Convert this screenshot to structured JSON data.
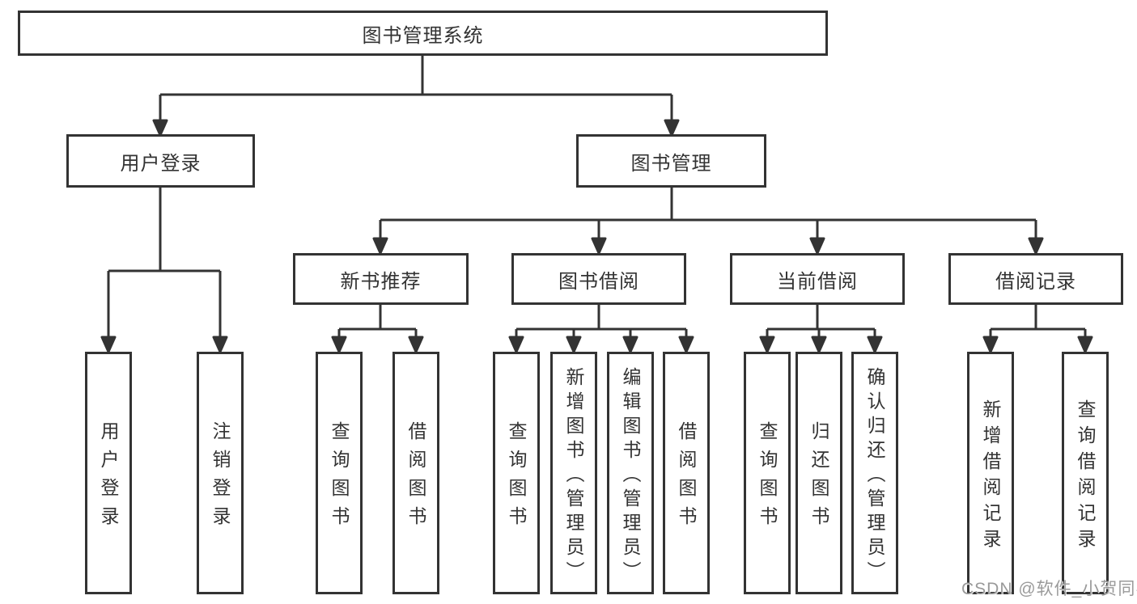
{
  "watermark": {
    "text": "CSDN @软件_小贺同学"
  },
  "colors": {
    "line": "#333333",
    "text": "#333333",
    "background": "#ffffff",
    "watermark": "#9a9a9a"
  },
  "tree": {
    "root": {
      "label": "图书管理系统",
      "children": [
        {
          "label": "用户登录",
          "children": [
            {
              "label": "用户登录"
            },
            {
              "label": "注销登录"
            }
          ]
        },
        {
          "label": "图书管理",
          "children": [
            {
              "label": "新书推荐",
              "children": [
                {
                  "label": "查询图书"
                },
                {
                  "label": "借阅图书"
                }
              ]
            },
            {
              "label": "图书借阅",
              "children": [
                {
                  "label": "查询图书"
                },
                {
                  "label": "新增图书（管理员）"
                },
                {
                  "label": "编辑图书（管理员）"
                },
                {
                  "label": "借阅图书"
                }
              ]
            },
            {
              "label": "当前借阅",
              "children": [
                {
                  "label": "查询图书"
                },
                {
                  "label": "归还图书"
                },
                {
                  "label": "确认归还（管理员）"
                }
              ]
            },
            {
              "label": "借阅记录",
              "children": [
                {
                  "label": "新增借阅记录"
                },
                {
                  "label": "查询借阅记录"
                }
              ]
            }
          ]
        }
      ]
    }
  }
}
